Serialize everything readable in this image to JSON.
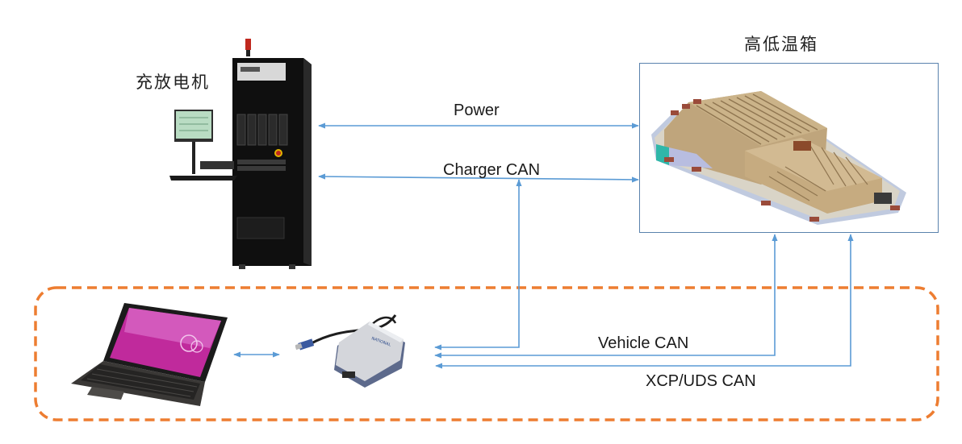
{
  "nodes": {
    "cycler": {
      "label": "充放电机",
      "icon": "battery-cycler-cabinet-icon"
    },
    "chamber": {
      "label": "高低温箱",
      "icon": "battery-pack-icon"
    },
    "laptop": {
      "icon": "laptop-icon"
    },
    "can_interface": {
      "icon": "usb-can-interface-icon"
    }
  },
  "connections": {
    "power": {
      "label": "Power"
    },
    "charger_can": {
      "label": "Charger CAN"
    },
    "vehicle_can": {
      "label": "Vehicle CAN"
    },
    "xcp_uds_can": {
      "label": "XCP/UDS CAN"
    }
  },
  "colors": {
    "connector": "#5b9bd5",
    "chamber_border": "#5a82ad",
    "test_bench_group": "#ed7d31"
  }
}
